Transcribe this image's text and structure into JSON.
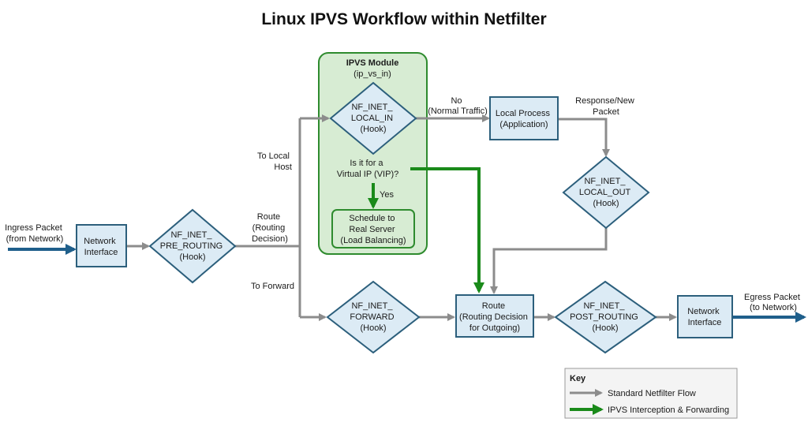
{
  "title": "Linux IPVS Workflow within Netfilter",
  "colors": {
    "standard_flow": "#8c8c8c",
    "ipvs_flow": "#1a8a1a",
    "external_flow": "#1f5f8b",
    "node_fill": "#dcebf5",
    "node_stroke": "#2c5f7c",
    "ipvs_module_fill": "#d7ecd3",
    "ipvs_module_stroke": "#2e8b2e"
  },
  "nodes": {
    "ingress_label": [
      "Ingress Packet",
      "(from Network)"
    ],
    "network_interface_in": [
      "Network",
      "Interface"
    ],
    "pre_routing": [
      "NF_INET_",
      "PRE_ROUTING",
      "(Hook)"
    ],
    "route_decision_label": [
      "Route",
      "(Routing",
      "Decision)"
    ],
    "to_local_host_label": [
      "To Local",
      "Host"
    ],
    "to_forward_label": "To Forward",
    "ipvs_module_title": "IPVS Module",
    "ipvs_module_subtitle": "(ip_vs_in)",
    "local_in": [
      "NF_INET_",
      "LOCAL_IN",
      "(Hook)"
    ],
    "vip_question": [
      "Is it for a",
      "Virtual IP (VIP)?"
    ],
    "yes_label": "Yes",
    "schedule": [
      "Schedule to",
      "Real Server",
      "(Load Balancing)"
    ],
    "no_label": [
      "No",
      "(Normal Traffic)"
    ],
    "local_process": [
      "Local Process",
      "(Application)"
    ],
    "response_label": [
      "Response/New",
      "Packet"
    ],
    "local_out": [
      "NF_INET_",
      "LOCAL_OUT",
      "(Hook)"
    ],
    "forward": [
      "NF_INET_",
      "FORWARD",
      "(Hook)"
    ],
    "route_outgoing": [
      "Route",
      "(Routing Decision",
      "for Outgoing)"
    ],
    "post_routing": [
      "NF_INET_",
      "POST_ROUTING",
      "(Hook)"
    ],
    "network_interface_out": [
      "Network",
      "Interface"
    ],
    "egress_label": [
      "Egress Packet",
      "(to Network)"
    ]
  },
  "legend": {
    "title": "Key",
    "items": [
      {
        "label": "Standard Netfilter Flow",
        "type": "standard"
      },
      {
        "label": "IPVS Interception & Forwarding",
        "type": "ipvs"
      }
    ]
  }
}
